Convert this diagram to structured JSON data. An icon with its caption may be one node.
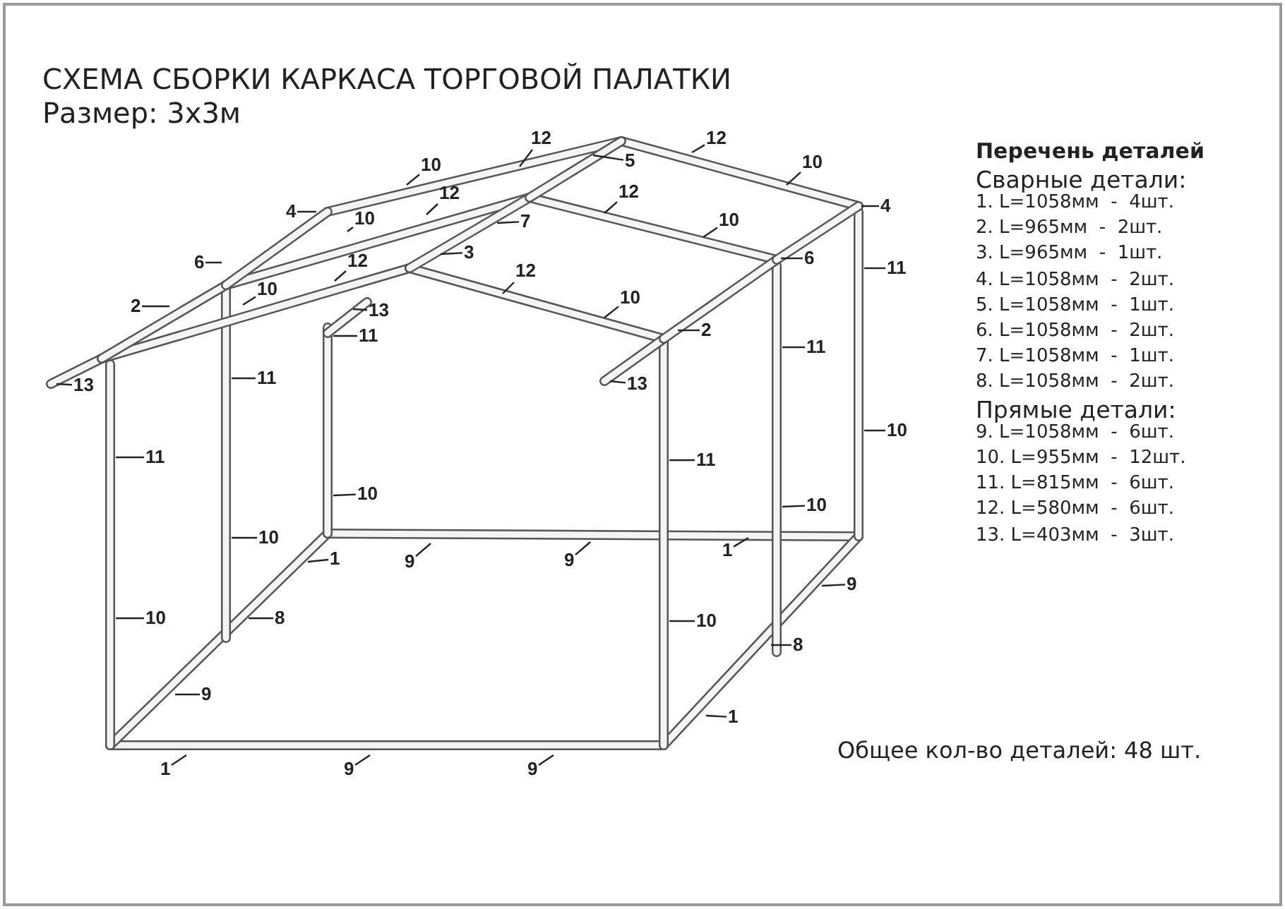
{
  "diagram": {
    "title": "СХЕМА СБОРКИ КАРКАСА ТОРГОВОЙ ПАЛАТКИ",
    "nodes": [
      {
        "text": [
          "12"
        ]
      },
      {
        "text": [
          "10"
        ]
      },
      {
        "text": [
          "4"
        ]
      },
      {
        "text": [
          "12"
        ]
      },
      {
        "text": [
          "10"
        ]
      },
      {
        "text": [
          "5"
        ]
      },
      {
        "text": [
          "12"
        ]
      },
      {
        "text": [
          "10"
        ]
      },
      {
        "text": [
          "12"
        ]
      },
      {
        "text": [
          "7"
        ]
      },
      {
        "text": [
          "12"
        ]
      },
      {
        "text": [
          "6"
        ]
      },
      {
        "text": [
          "3"
        ]
      },
      {
        "text": [
          "12"
        ]
      },
      {
        "text": [
          "10"
        ]
      },
      {
        "text": [
          "6"
        ]
      },
      {
        "text": [
          "4"
        ]
      },
      {
        "text": [
          "10"
        ]
      },
      {
        "text": [
          "2"
        ]
      },
      {
        "text": [
          "13"
        ]
      },
      {
        "text": [
          "10"
        ]
      },
      {
        "text": [
          "2"
        ]
      },
      {
        "text": [
          "11"
        ]
      },
      {
        "text": [
          "13"
        ]
      },
      {
        "text": [
          "13"
        ]
      },
      {
        "text": [
          "11"
        ]
      },
      {
        "text": [
          "11"
        ]
      },
      {
        "text": [
          "11"
        ]
      },
      {
        "text": [
          "11"
        ]
      },
      {
        "text": [
          "11"
        ]
      },
      {
        "text": [
          "10"
        ]
      },
      {
        "text": [
          "10"
        ]
      },
      {
        "text": [
          "10"
        ]
      },
      {
        "text": [
          "10"
        ]
      },
      {
        "text": [
          "10"
        ]
      },
      {
        "text": [
          "10"
        ]
      },
      {
        "text": [
          "1"
        ]
      },
      {
        "text": [
          "9"
        ]
      },
      {
        "text": [
          "9"
        ]
      },
      {
        "text": [
          "1"
        ]
      },
      {
        "text": [
          "8"
        ]
      },
      {
        "text": [
          "9"
        ]
      },
      {
        "text": [
          "9"
        ]
      },
      {
        "text": [
          "8"
        ]
      },
      {
        "text": [
          "1"
        ]
      },
      {
        "text": [
          "1"
        ]
      },
      {
        "text": [
          "9"
        ]
      },
      {
        "text": [
          "9"
        ]
      }
    ],
    "edges": [
      {
        "from": 0,
        "to": null,
        "arrow": "none"
      },
      {
        "from": 1,
        "to": null,
        "arrow": "none"
      },
      {
        "from": 2,
        "to": null,
        "arrow": "none"
      },
      {
        "from": 3,
        "to": null,
        "arrow": "none"
      },
      {
        "from": 4,
        "to": null,
        "arrow": "none"
      },
      {
        "from": 5,
        "to": null,
        "arrow": "none"
      },
      {
        "from": 6,
        "to": null,
        "arrow": "none"
      },
      {
        "from": 7,
        "to": null,
        "arrow": "none"
      },
      {
        "from": 8,
        "to": null,
        "arrow": "none"
      },
      {
        "from": 9,
        "to": null,
        "arrow": "none"
      },
      {
        "from": 10,
        "to": null,
        "arrow": "none"
      },
      {
        "from": 11,
        "to": null,
        "arrow": "none"
      },
      {
        "from": 12,
        "to": null,
        "arrow": "none"
      },
      {
        "from": 13,
        "to": null,
        "arrow": "none"
      },
      {
        "from": 14,
        "to": null,
        "arrow": "none"
      },
      {
        "from": 15,
        "to": null,
        "arrow": "none"
      },
      {
        "from": 16,
        "to": null,
        "arrow": "none"
      },
      {
        "from": 17,
        "to": null,
        "arrow": "none"
      },
      {
        "from": 18,
        "to": null,
        "arrow": "none"
      },
      {
        "from": 19,
        "to": null,
        "arrow": "none"
      },
      {
        "from": 20,
        "to": null,
        "arrow": "none"
      },
      {
        "from": 21,
        "to": null,
        "arrow": "none"
      },
      {
        "from": 22,
        "to": null,
        "arrow": "none"
      },
      {
        "from": 23,
        "to": null,
        "arrow": "none"
      },
      {
        "from": 24,
        "to": null,
        "arrow": "none"
      },
      {
        "from": 25,
        "to": null,
        "arrow": "none"
      },
      {
        "from": 26,
        "to": null,
        "arrow": "none"
      },
      {
        "from": 27,
        "to": null,
        "arrow": "none"
      },
      {
        "from": 28,
        "to": null,
        "arrow": "none"
      },
      {
        "from": 29,
        "to": null,
        "arrow": "none"
      },
      {
        "from": 30,
        "to": null,
        "arrow": "none"
      },
      {
        "from": 31,
        "to": null,
        "arrow": "none"
      },
      {
        "from": 32,
        "to": null,
        "arrow": "none"
      },
      {
        "from": 33,
        "to": null,
        "arrow": "none"
      },
      {
        "from": 34,
        "to": null,
        "arrow": "none"
      },
      {
        "from": 35,
        "to": null,
        "arrow": "none"
      },
      {
        "from": 36,
        "to": null,
        "arrow": "none"
      },
      {
        "from": 37,
        "to": null,
        "arrow": "none"
      },
      {
        "from": 38,
        "to": null,
        "arrow": "none"
      },
      {
        "from": 39,
        "to": null,
        "arrow": "none"
      },
      {
        "from": 40,
        "to": null,
        "arrow": "none"
      },
      {
        "from": 41,
        "to": null,
        "arrow": "none"
      },
      {
        "from": 42,
        "to": null,
        "arrow": "none"
      },
      {
        "from": 43,
        "to": null,
        "arrow": "none"
      },
      {
        "from": 44,
        "to": null,
        "arrow": "none"
      },
      {
        "from": 45,
        "to": null,
        "arrow": "none"
      },
      {
        "from": 46,
        "to": null,
        "arrow": "none"
      },
      {
        "from": 47,
        "to": null,
        "arrow": "none"
      }
    ],
    "labels": [
      "Размер: 3х3м",
      "Перечень деталей",
      "Сварные детали:",
      "1. L=1058мм  -  4шт.",
      "2. L=965мм  -  2шт.",
      "3. L=965мм  -  1шт.",
      "4. L=1058мм  -  2шт.",
      "5. L=1058мм  -  1шт.",
      "6. L=1058мм  -  2шт.",
      "7. L=1058мм  -  1шт.",
      "8. L=1058мм  -  2шт.",
      "Прямые детали:",
      "9. L=1058мм  -  6шт.",
      "10. L=955мм  -  12шт.",
      "11. L=815мм  -  6шт.",
      "12. L=580мм  -  6шт.",
      "13. L=403мм  -  3шт.",
      "Общее кол-во деталей: 48 шт."
    ]
  }
}
